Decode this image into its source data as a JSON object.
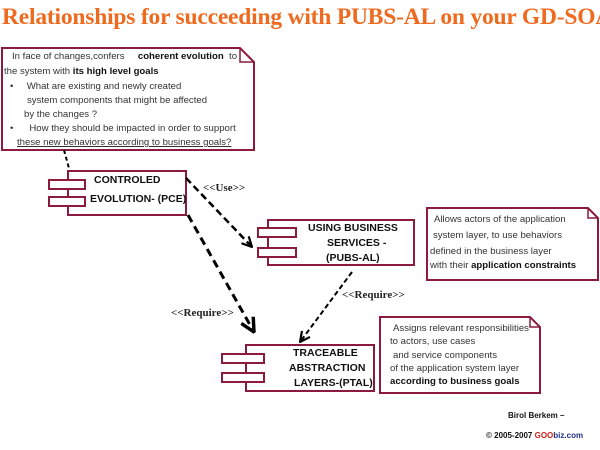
{
  "title": "Relationships for succeeding with PUBS-AL on your GD-SOA",
  "colors": {
    "title": "#ee6a1e",
    "border": "#8b1a3c",
    "brand_red": "#d0201c",
    "brand_blue": "#1d2f8a"
  },
  "notes": {
    "top": {
      "line1_pre": "In face of changes,confers",
      "line1_bold": "coherent evolution",
      "line1_post": "to",
      "line2_pre": "the system with",
      "line2_bold": "its high level goals",
      "bullet1_line1": "What are existing and newly created",
      "bullet1_line2": "system components      that might be affected",
      "bullet1_line3": "by the changes ?",
      "bullet2_line1": "How they should be impacted in order to support",
      "bullet2_line2": "these new behaviors according to business goals?",
      "bullet": "•"
    },
    "middle": {
      "line1": "Allows actors    of the application",
      "line2": "system layer, to use    behaviors",
      "line3": "defined       in the business layer",
      "line4_pre": "with their",
      "line4_bold": "application constraints"
    },
    "bottom": {
      "line1": "Assigns relevant responsibilities",
      "line2": "to actors, use cases",
      "line3": "and service components",
      "line4": "of the application system layer",
      "line5_bold": "according to business goals"
    }
  },
  "components": {
    "pce": {
      "line1": "CONTROLED",
      "line2": "EVOLUTION- (PCE)"
    },
    "pubs": {
      "line1": "USING BUSINESS",
      "line2": "SERVICES -",
      "line3": "(PUBS-AL)"
    },
    "ptal": {
      "line1": "TRACEABLE",
      "line2": "ABSTRACTION",
      "line3": "LAYERS-(PTAL)"
    }
  },
  "stereotypes": {
    "use": "<<Use>>",
    "require_left": "<<Require>>",
    "require_right": "<<Require>>"
  },
  "footer": {
    "author": "Birol Berkem –",
    "copyright": "© 2005-2007",
    "brand_g": "GOO",
    "brand_rest": "biz.com"
  }
}
